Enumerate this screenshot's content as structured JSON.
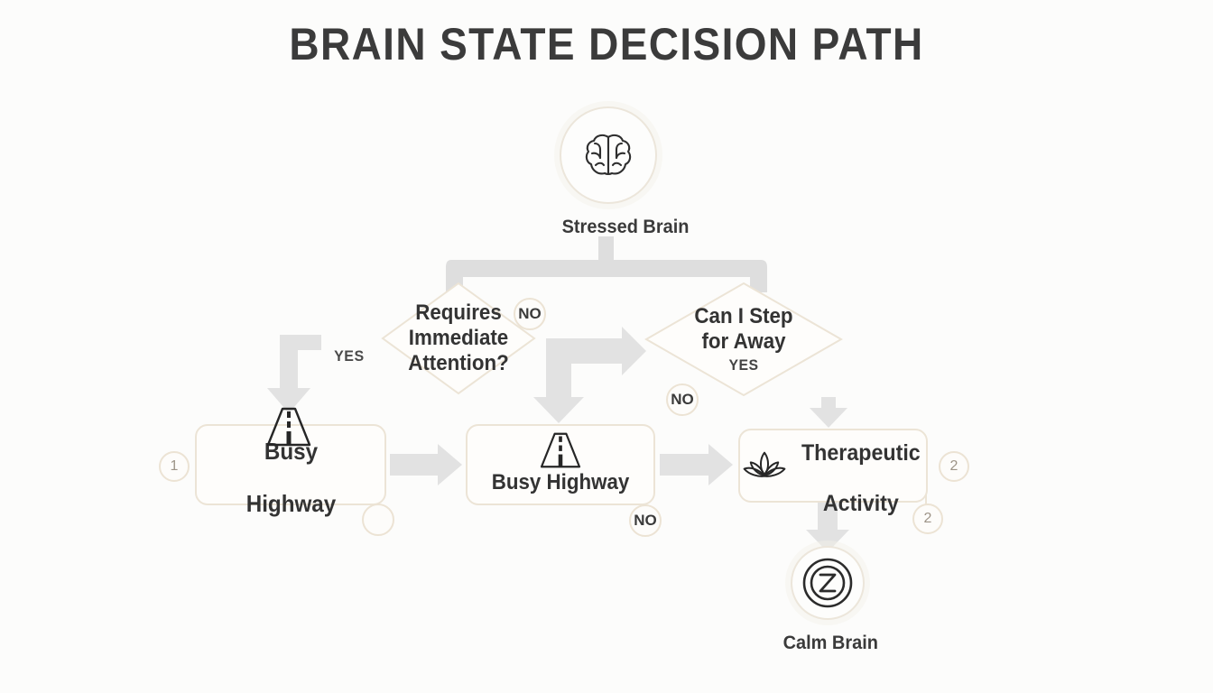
{
  "page": {
    "title": "BRAIN STATE DECISION PATH",
    "background_color": "#fcfcfb",
    "accent_cream": "#ece4d6",
    "arrow_gray": "#dcdcdc",
    "text_color": "#333333"
  },
  "nodes": {
    "start": {
      "label": "Stressed Brain",
      "icon": "brain-icon"
    },
    "decision_1": {
      "label": "Requires\nImmediate\nAttention?",
      "line1": "Requires",
      "line2": "Immediate",
      "line3": "Attention?"
    },
    "decision_2": {
      "line1": "Can I Step",
      "line2": "for Away",
      "sub": "YES"
    },
    "box_left": {
      "line1": "Busy",
      "line2": "Highway",
      "icon": "highway-road-icon"
    },
    "box_middle": {
      "label": "Busy Highway",
      "icon": "highway-road-icon"
    },
    "box_right": {
      "line1": "Therapeutic",
      "line2": "Activity",
      "icon": "lotus-icon"
    },
    "end": {
      "label": "Calm Brain",
      "icon": "sleep-z-icon"
    }
  },
  "edge_labels": {
    "yes_left": "YES",
    "no_top": "NO",
    "no_decision2": "NO",
    "no_middle": "NO",
    "yes_inside": "YES"
  },
  "badges": [
    {
      "name": "badge-one-left",
      "text": "1"
    },
    {
      "name": "badge-empty-left",
      "text": ""
    },
    {
      "name": "badge-no-top",
      "text": "NO"
    },
    {
      "name": "badge-no-decision2",
      "text": "NO"
    },
    {
      "name": "badge-no-middle",
      "text": "NO"
    },
    {
      "name": "badge-two-upper",
      "text": "2"
    },
    {
      "name": "badge-two-lower",
      "text": "2"
    }
  ],
  "chart_data": {
    "type": "flowchart",
    "title": "BRAIN STATE DECISION PATH",
    "orientation": "top-down-left-right",
    "nodes": [
      {
        "id": "start",
        "shape": "circle-icon",
        "label": "Stressed Brain",
        "icon": "brain"
      },
      {
        "id": "dec1",
        "shape": "diamond",
        "label": "Requires Immediate Attention?"
      },
      {
        "id": "dec2",
        "shape": "diamond",
        "label": "Can I Step for Away",
        "sub": "YES"
      },
      {
        "id": "busy1",
        "shape": "rounded-box",
        "label": "Busy Highway",
        "icon": "highway"
      },
      {
        "id": "busy2",
        "shape": "rounded-box",
        "label": "Busy Highway",
        "icon": "highway"
      },
      {
        "id": "therapy",
        "shape": "rounded-box",
        "label": "Therapeutic Activity",
        "icon": "lotus"
      },
      {
        "id": "end",
        "shape": "circle-icon",
        "label": "Calm Brain",
        "icon": "sleep-z"
      }
    ],
    "edges": [
      {
        "from": "start",
        "to": "dec1",
        "label": ""
      },
      {
        "from": "start",
        "to": "dec2",
        "label": ""
      },
      {
        "from": "dec1",
        "to": "busy1",
        "label": "YES"
      },
      {
        "from": "dec1",
        "to": "dec2",
        "label": "NO"
      },
      {
        "from": "dec1",
        "to": "busy2",
        "label": ""
      },
      {
        "from": "busy1",
        "to": "busy2",
        "label": ""
      },
      {
        "from": "busy2",
        "to": "therapy",
        "label": "NO"
      },
      {
        "from": "dec2",
        "to": "therapy",
        "label": "YES"
      },
      {
        "from": "therapy",
        "to": "end",
        "label": ""
      }
    ]
  }
}
